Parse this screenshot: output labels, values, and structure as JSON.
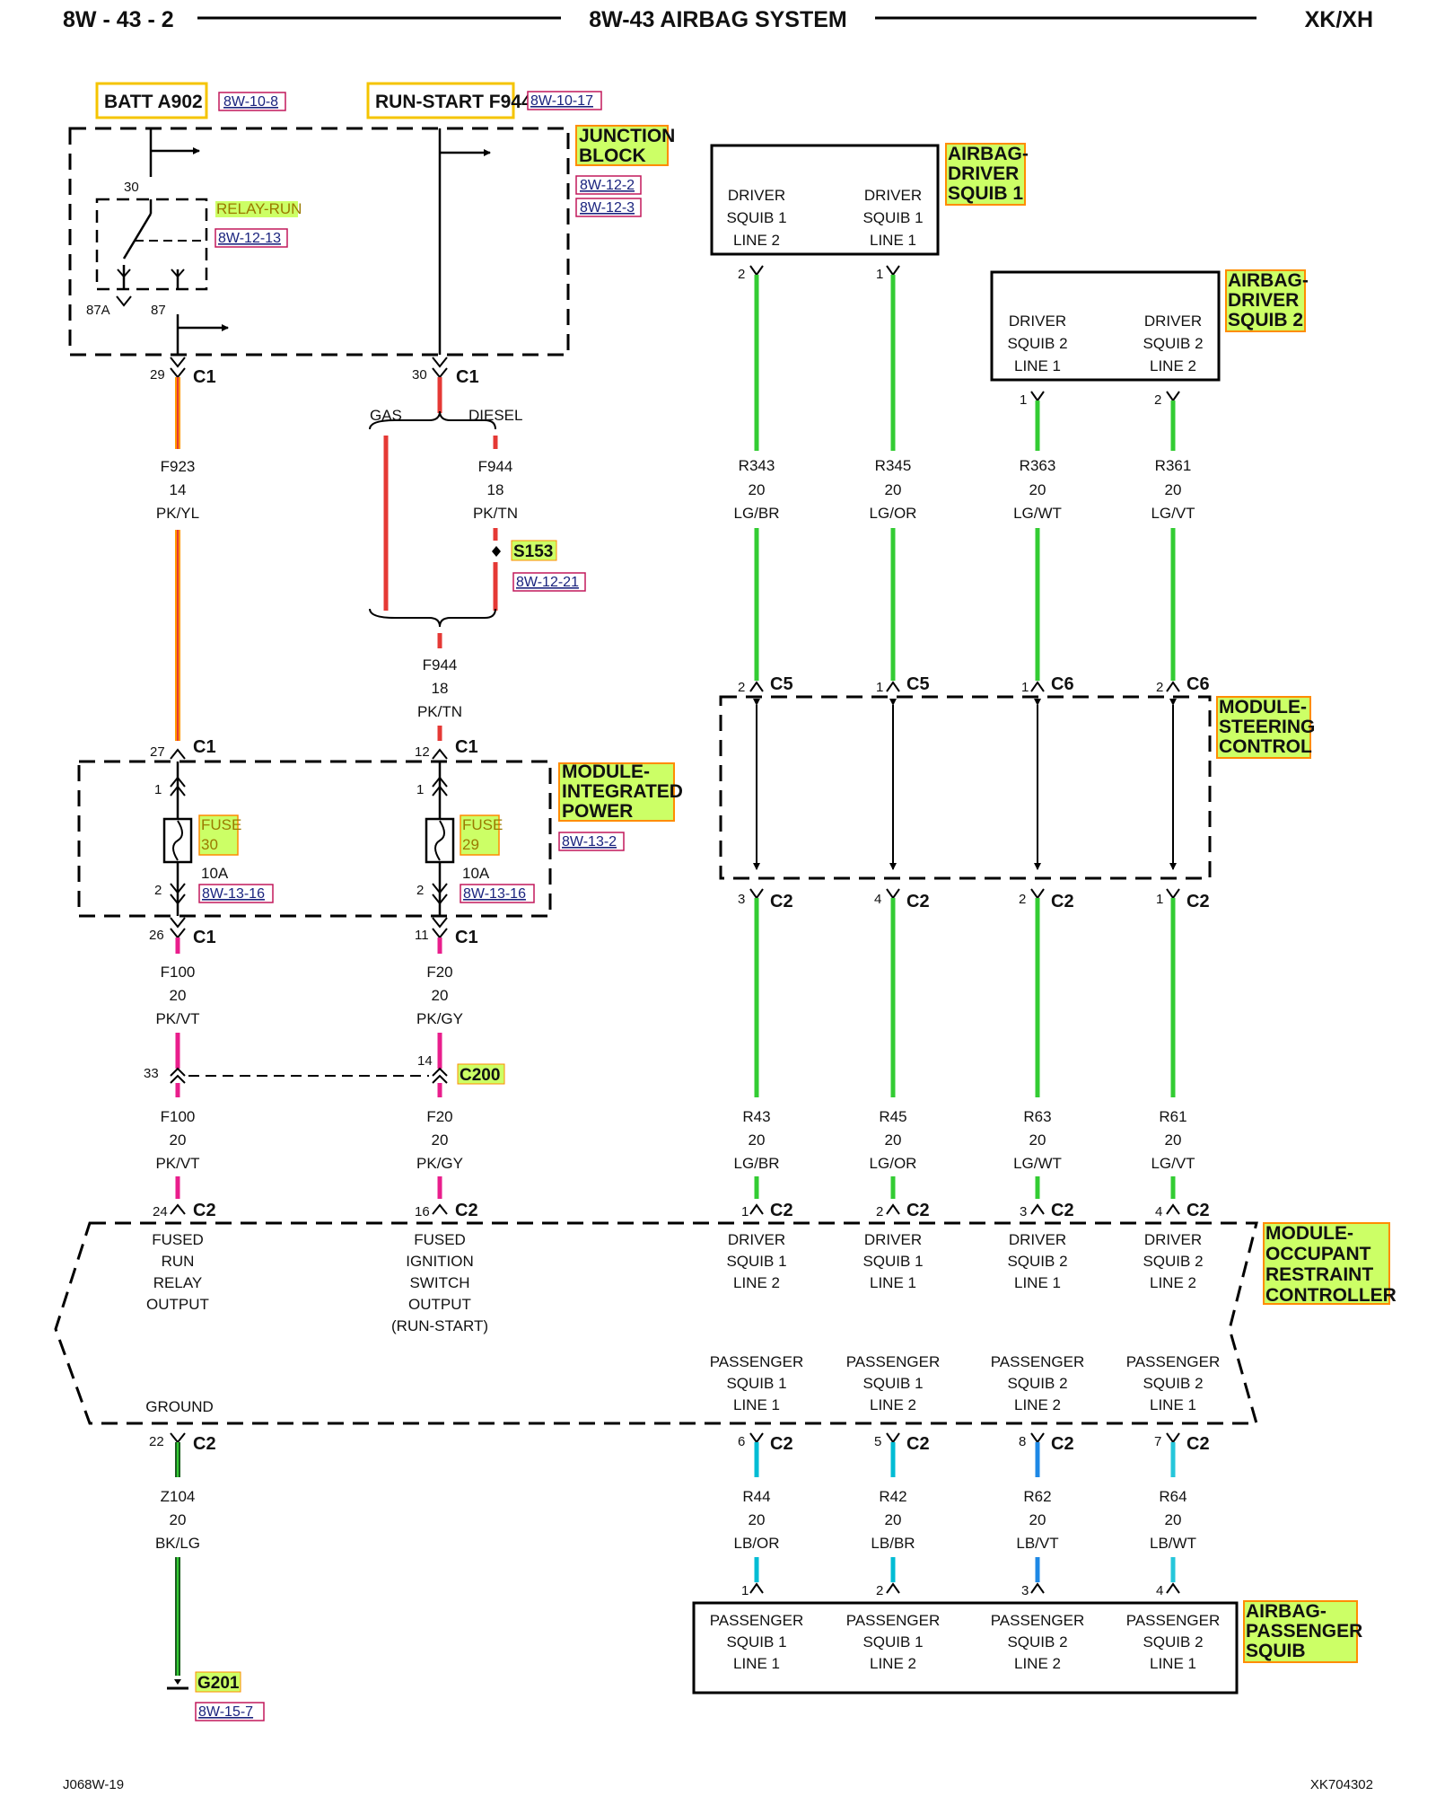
{
  "header": {
    "page": "8W - 43 - 2",
    "title": "8W-43 AIRBAG SYSTEM",
    "model": "XK/XH"
  },
  "footer": {
    "left": "J068W-19",
    "right": "XK704302"
  },
  "colors": {
    "label_bg": "#ccff66",
    "label_border": "#ff8c00",
    "ref_border": "#c2185b",
    "source_border": "#f5c400"
  },
  "sources": {
    "batt": "BATT A902",
    "batt_ref": "8W-10-8",
    "run": "RUN-START F944",
    "run_ref": "8W-10-17"
  },
  "junction_block": {
    "name": [
      "JUNCTION",
      "BLOCK"
    ],
    "refs": [
      "8W-12-2",
      "8W-12-3"
    ],
    "relay": "RELAY-RUN",
    "relay_ref": "8W-12-13",
    "pins": {
      "p30": "30",
      "p87a": "87A",
      "p87": "87"
    }
  },
  "c1_29": {
    "pin": "29",
    "conn": "C1"
  },
  "c1_30": {
    "pin": "30",
    "conn": "C1"
  },
  "split": {
    "gas": "GAS",
    "diesel": "DIESEL"
  },
  "w_f923": {
    "circuit": "F923",
    "gauge": "14",
    "color": "PK/YL"
  },
  "w_f944a": {
    "circuit": "F944",
    "gauge": "18",
    "color": "PK/TN"
  },
  "s153": {
    "name": "S153",
    "ref": "8W-12-21"
  },
  "w_f944b": {
    "circuit": "F944",
    "gauge": "18",
    "color": "PK/TN"
  },
  "c1_27": {
    "pin": "27",
    "conn": "C1"
  },
  "c1_12": {
    "pin": "12",
    "conn": "C1"
  },
  "mip": {
    "name": [
      "MODULE-",
      "INTEGRATED",
      "POWER"
    ],
    "ref": "8W-13-2"
  },
  "fuse30": {
    "label": [
      "FUSE",
      "30"
    ],
    "rating": "10A",
    "ref": "8W-13-16",
    "pin_in": "1",
    "pin_out": "2"
  },
  "fuse29": {
    "label": [
      "FUSE",
      "29"
    ],
    "rating": "10A",
    "ref": "8W-13-16",
    "pin_in": "1",
    "pin_out": "2"
  },
  "c1_26": {
    "pin": "26",
    "conn": "C1"
  },
  "c1_11": {
    "pin": "11",
    "conn": "C1"
  },
  "w_f100a": {
    "circuit": "F100",
    "gauge": "20",
    "color": "PK/VT"
  },
  "w_f20a": {
    "circuit": "F20",
    "gauge": "20",
    "color": "PK/GY"
  },
  "c200": {
    "name": "C200",
    "pin_left": "33",
    "pin_right": "14"
  },
  "w_f100b": {
    "circuit": "F100",
    "gauge": "20",
    "color": "PK/VT"
  },
  "w_f20b": {
    "circuit": "F20",
    "gauge": "20",
    "color": "PK/GY"
  },
  "squib1": {
    "name": [
      "AIRBAG-",
      "DRIVER",
      "SQUIB 1"
    ],
    "col1": [
      "DRIVER",
      "SQUIB 1",
      "LINE 2"
    ],
    "col2": [
      "DRIVER",
      "SQUIB 1",
      "LINE 1"
    ],
    "pin1": "2",
    "pin2": "1"
  },
  "squib2": {
    "name": [
      "AIRBAG-",
      "DRIVER",
      "SQUIB 2"
    ],
    "col1": [
      "DRIVER",
      "SQUIB 2",
      "LINE 1"
    ],
    "col2": [
      "DRIVER",
      "SQUIB 2",
      "LINE 2"
    ],
    "pin1": "1",
    "pin2": "2"
  },
  "w_r343": {
    "circuit": "R343",
    "gauge": "20",
    "color": "LG/BR"
  },
  "w_r345": {
    "circuit": "R345",
    "gauge": "20",
    "color": "LG/OR"
  },
  "w_r363": {
    "circuit": "R363",
    "gauge": "20",
    "color": "LG/WT"
  },
  "w_r361": {
    "circuit": "R361",
    "gauge": "20",
    "color": "LG/VT"
  },
  "scm": {
    "name": [
      "MODULE-",
      "STEERING",
      "CONTROL"
    ],
    "top": [
      {
        "pin": "2",
        "conn": "C5"
      },
      {
        "pin": "1",
        "conn": "C5"
      },
      {
        "pin": "1",
        "conn": "C6"
      },
      {
        "pin": "2",
        "conn": "C6"
      }
    ],
    "bottom": [
      {
        "pin": "3",
        "conn": "C2"
      },
      {
        "pin": "4",
        "conn": "C2"
      },
      {
        "pin": "2",
        "conn": "C2"
      },
      {
        "pin": "1",
        "conn": "C2"
      }
    ]
  },
  "w_r43": {
    "circuit": "R43",
    "gauge": "20",
    "color": "LG/BR"
  },
  "w_r45": {
    "circuit": "R45",
    "gauge": "20",
    "color": "LG/OR"
  },
  "w_r63": {
    "circuit": "R63",
    "gauge": "20",
    "color": "LG/WT"
  },
  "w_r61": {
    "circuit": "R61",
    "gauge": "20",
    "color": "LG/VT"
  },
  "orc": {
    "name": [
      "MODULE-",
      "OCCUPANT",
      "RESTRAINT",
      "CONTROLLER"
    ],
    "top_pins": [
      {
        "pin": "24",
        "conn": "C2"
      },
      {
        "pin": "16",
        "conn": "C2"
      },
      {
        "pin": "1",
        "conn": "C2"
      },
      {
        "pin": "2",
        "conn": "C2"
      },
      {
        "pin": "3",
        "conn": "C2"
      },
      {
        "pin": "4",
        "conn": "C2"
      }
    ],
    "fused_run": [
      "FUSED",
      "RUN",
      "RELAY",
      "OUTPUT"
    ],
    "fused_ign": [
      "FUSED",
      "IGNITION",
      "SWITCH",
      "OUTPUT",
      "(RUN-START)"
    ],
    "drv": [
      [
        "DRIVER",
        "SQUIB 1",
        "LINE 2"
      ],
      [
        "DRIVER",
        "SQUIB 1",
        "LINE 1"
      ],
      [
        "DRIVER",
        "SQUIB 2",
        "LINE 1"
      ],
      [
        "DRIVER",
        "SQUIB 2",
        "LINE 2"
      ]
    ],
    "pass": [
      [
        "PASSENGER",
        "SQUIB 1",
        "LINE 1"
      ],
      [
        "PASSENGER",
        "SQUIB 1",
        "LINE 2"
      ],
      [
        "PASSENGER",
        "SQUIB 2",
        "LINE 2"
      ],
      [
        "PASSENGER",
        "SQUIB 2",
        "LINE 1"
      ]
    ],
    "ground": "GROUND",
    "bottom_pins": [
      {
        "pin": "22",
        "conn": "C2"
      },
      {
        "pin": "6",
        "conn": "C2"
      },
      {
        "pin": "5",
        "conn": "C2"
      },
      {
        "pin": "8",
        "conn": "C2"
      },
      {
        "pin": "7",
        "conn": "C2"
      }
    ]
  },
  "w_z104": {
    "circuit": "Z104",
    "gauge": "20",
    "color": "BK/LG"
  },
  "g201": {
    "name": "G201",
    "ref": "8W-15-7"
  },
  "w_r44": {
    "circuit": "R44",
    "gauge": "20",
    "color": "LB/OR"
  },
  "w_r42": {
    "circuit": "R42",
    "gauge": "20",
    "color": "LB/BR"
  },
  "w_r62": {
    "circuit": "R62",
    "gauge": "20",
    "color": "LB/VT"
  },
  "w_r64": {
    "circuit": "R64",
    "gauge": "20",
    "color": "LB/WT"
  },
  "pass_squib": {
    "name": [
      "AIRBAG-",
      "PASSENGER",
      "SQUIB"
    ],
    "pins": [
      "1",
      "2",
      "3",
      "4"
    ],
    "cols": [
      [
        "PASSENGER",
        "SQUIB 1",
        "LINE 1"
      ],
      [
        "PASSENGER",
        "SQUIB 1",
        "LINE 2"
      ],
      [
        "PASSENGER",
        "SQUIB 2",
        "LINE 2"
      ],
      [
        "PASSENGER",
        "SQUIB 2",
        "LINE 1"
      ]
    ]
  }
}
